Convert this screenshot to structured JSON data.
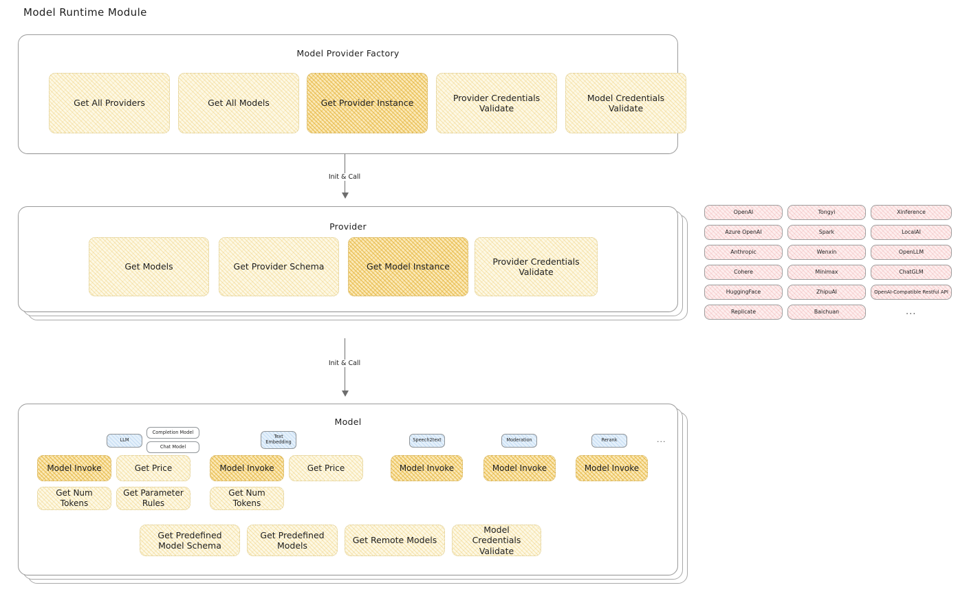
{
  "page": {
    "title": "Model Runtime Module"
  },
  "factory": {
    "title": "Model Provider Factory",
    "boxes": [
      {
        "label": "Get All Providers",
        "highlight": false
      },
      {
        "label": "Get All Models",
        "highlight": false
      },
      {
        "label": "Get Provider Instance",
        "highlight": true
      },
      {
        "label": "Provider Credentials Validate",
        "highlight": false
      },
      {
        "label": "Model Credentials Validate",
        "highlight": false
      }
    ]
  },
  "arrow_top": {
    "label": "Init & Call"
  },
  "provider": {
    "title": "Provider",
    "boxes": [
      {
        "label": "Get Models",
        "highlight": false
      },
      {
        "label": "Get Provider Schema",
        "highlight": false
      },
      {
        "label": "Get Model Instance",
        "highlight": true
      },
      {
        "label": "Provider Credentials Validate",
        "highlight": false
      }
    ]
  },
  "arrow_bottom": {
    "label": "Init & Call"
  },
  "provider_list": {
    "columns": [
      {
        "items": [
          "OpenAI",
          "Azure OpenAI",
          "Anthropic",
          "Cohere",
          "HuggingFace",
          "Replicate"
        ]
      },
      {
        "items": [
          "Tongyi",
          "Spark",
          "Wenxin",
          "Minimax",
          "ZhipuAI",
          "Baichuan"
        ]
      },
      {
        "items": [
          "Xinference",
          "LocalAI",
          "OpenLLM",
          "ChatGLM",
          "OpenAI-Compatible Restful API"
        ]
      }
    ],
    "more": "..."
  },
  "model": {
    "title": "Model",
    "more": "...",
    "types": [
      {
        "badge": "LLM",
        "sub_badges": [
          "Completion Model",
          "Chat Model"
        ],
        "methods": [
          "Model Invoke",
          "Get Price",
          "Get Num Tokens",
          "Get Parameter Rules"
        ],
        "highlight_first": true
      },
      {
        "badge": "Text Embedding",
        "sub_badges": [],
        "methods": [
          "Model Invoke",
          "Get Price",
          "Get Num Tokens"
        ],
        "highlight_first": true
      },
      {
        "badge": "Speech2text",
        "sub_badges": [],
        "methods": [
          "Model Invoke"
        ],
        "highlight_first": true
      },
      {
        "badge": "Moderation",
        "sub_badges": [],
        "methods": [
          "Model Invoke"
        ],
        "highlight_first": true
      },
      {
        "badge": "Rerank",
        "sub_badges": [],
        "methods": [
          "Model Invoke"
        ],
        "highlight_first": true
      }
    ],
    "common_methods": [
      "Get Predefined Model Schema",
      "Get Predefined Models",
      "Get Remote Models",
      "Model Credentials Validate"
    ]
  },
  "colors": {
    "amber_fill": "#fdf8e4",
    "amber_highlight_fill": "#fbe9b8",
    "rose_fill": "#fdeeee",
    "blue_fill": "#e4f0fb",
    "panel_border": "#9a9a9a",
    "arrow": "#6d6d6d"
  }
}
